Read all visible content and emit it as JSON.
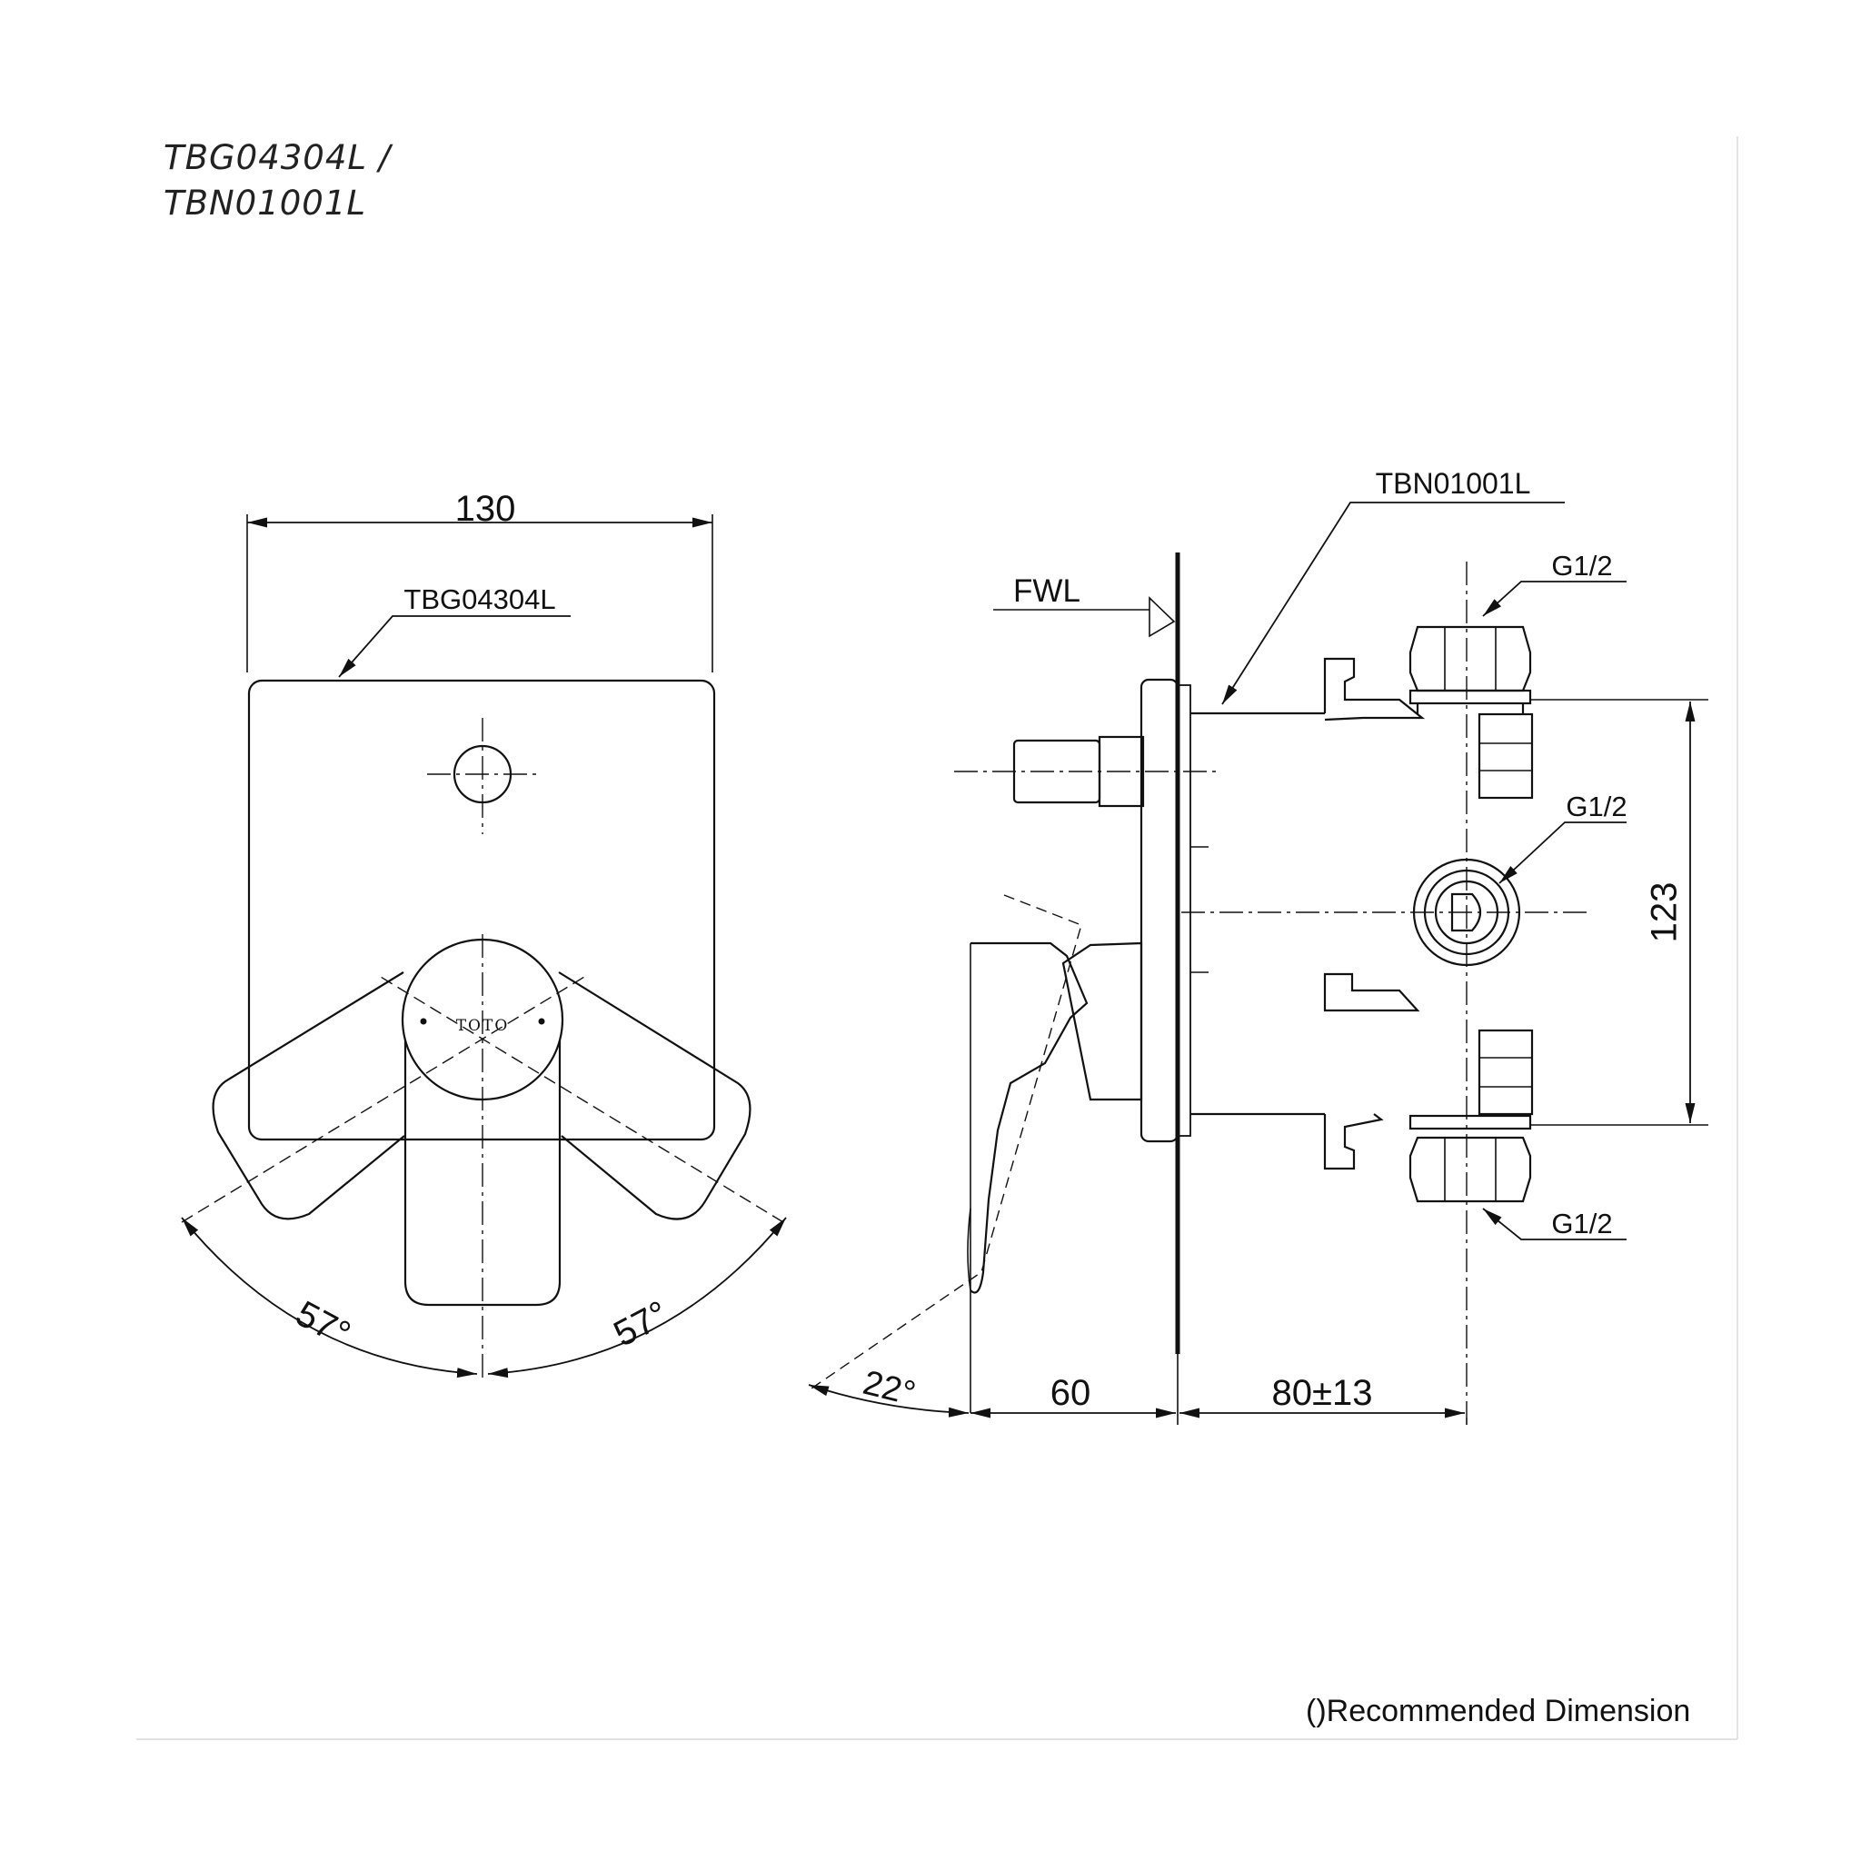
{
  "title": {
    "line1": "TBG04304L /",
    "line2": "TBN01001L"
  },
  "front_view": {
    "width_label": "130",
    "part_label": "TBG04304L",
    "logo_text": "TOTO",
    "angle_left": "57°",
    "angle_right": "57°"
  },
  "side_view": {
    "part_label": "TBN01001L",
    "fwl_label": "FWL",
    "port_top": "G1/2",
    "port_middle": "G1/2",
    "port_bottom": "G1/2",
    "height_label": "123",
    "angle_label": "22°",
    "depth_front": "60",
    "depth_back": "80±13"
  },
  "footer_note": "()Recommended Dimension"
}
